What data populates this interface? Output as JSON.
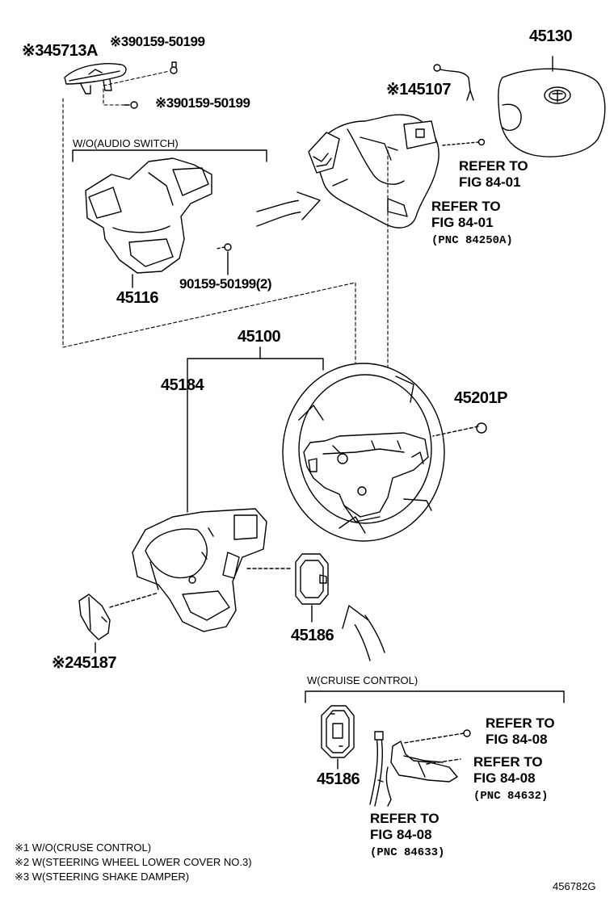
{
  "callouts": {
    "c45713a": "※345713A",
    "c90159_top": "※390159-50199",
    "c90159_mid": "※390159-50199",
    "c45130": "45130",
    "c45107": "※145107",
    "c45116": "45116",
    "c90159_qty": "90159-50199(2)",
    "c45100": "45100",
    "c45184": "45184",
    "c45201p": "45201P",
    "c45186_a": "45186",
    "c45187": "※245187",
    "c45186_b": "45186"
  },
  "conditions": {
    "audio": "W/O(AUDIO SWITCH)",
    "cruise": "W(CRUISE CONTROL)"
  },
  "refs": {
    "r1_line1": "REFER TO",
    "r1_line2": "FIG 84-01",
    "r2_line1": "REFER TO",
    "r2_line2": "FIG 84-01",
    "r2_pnc": "(PNC 84250A)",
    "r3_line1": "REFER TO",
    "r3_line2": "FIG 84-08",
    "r4_line1": "REFER TO",
    "r4_line2": "FIG 84-08",
    "r4_pnc": "(PNC 84632)",
    "r5_line1": "REFER TO",
    "r5_line2": "FIG 84-08",
    "r5_pnc": "(PNC 84633)"
  },
  "footnotes": [
    "※1 W/O(CRUSE CONTROL)",
    "※2 W(STEERING WHEEL LOWER COVER NO.3)",
    "※3 W(STEERING SHAKE DAMPER)"
  ],
  "drawing_no": "456782G"
}
